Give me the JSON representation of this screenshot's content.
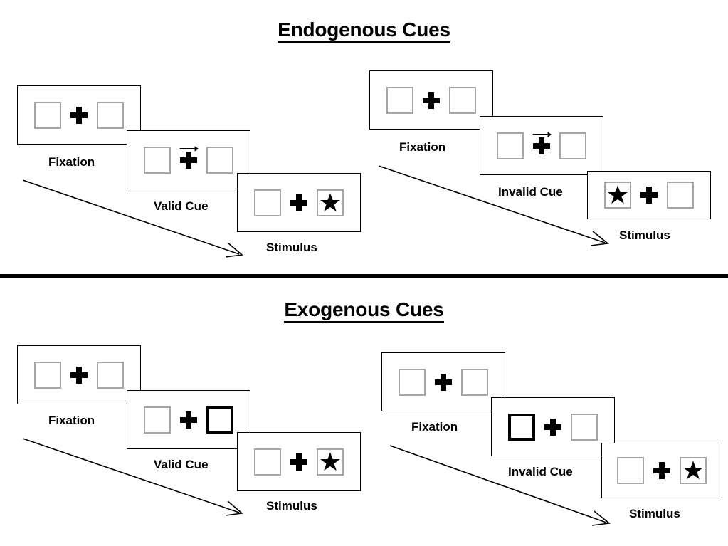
{
  "figure": {
    "title_endogenous": "Endogenous Cues",
    "title_exogenous": "Exogenous Cues",
    "divider": "section-divider"
  },
  "labels": {
    "fixation": "Fixation",
    "valid_cue": "Valid Cue",
    "invalid_cue": "Invalid Cue",
    "stimulus": "Stimulus"
  },
  "colors": {
    "placeholder_box_border": "#a6a6a6",
    "cued_box_border": "#000000",
    "frame_border": "#000000",
    "ink": "#000000",
    "background": "#ffffff"
  },
  "icons": {
    "fixation_cross": "plus-icon",
    "cue_arrow": "arrow-right-icon",
    "target": "star-icon",
    "sequence_arrow": "diagonal-arrow-icon"
  },
  "sections": [
    {
      "id": "endogenous",
      "title": "Endogenous Cues",
      "conditions": [
        {
          "id": "endogenous-valid",
          "label": "Valid Cue",
          "frames": [
            {
              "id": "endogenous-valid-fixation",
              "label": "Fixation",
              "left_box": "empty",
              "right_box": "empty",
              "cue": "none",
              "target_side": "none"
            },
            {
              "id": "endogenous-valid-cue",
              "label": "Valid Cue",
              "left_box": "empty",
              "right_box": "empty",
              "cue": "arrow-right",
              "target_side": "none"
            },
            {
              "id": "endogenous-valid-stimulus",
              "label": "Stimulus",
              "left_box": "empty",
              "right_box": "star",
              "cue": "none",
              "target_side": "right"
            }
          ]
        },
        {
          "id": "endogenous-invalid",
          "label": "Invalid Cue",
          "frames": [
            {
              "id": "endogenous-invalid-fixation",
              "label": "Fixation",
              "left_box": "empty",
              "right_box": "empty",
              "cue": "none",
              "target_side": "none"
            },
            {
              "id": "endogenous-invalid-cue",
              "label": "Invalid Cue",
              "left_box": "empty",
              "right_box": "empty",
              "cue": "arrow-right",
              "target_side": "none"
            },
            {
              "id": "endogenous-invalid-stimulus",
              "label": "Stimulus",
              "left_box": "star",
              "right_box": "empty",
              "cue": "none",
              "target_side": "left"
            }
          ]
        }
      ]
    },
    {
      "id": "exogenous",
      "title": "Exogenous Cues",
      "conditions": [
        {
          "id": "exogenous-valid",
          "label": "Valid Cue",
          "frames": [
            {
              "id": "exogenous-valid-fixation",
              "label": "Fixation",
              "left_box": "empty",
              "right_box": "empty",
              "cue": "none",
              "target_side": "none"
            },
            {
              "id": "exogenous-valid-cue",
              "label": "Valid Cue",
              "left_box": "empty",
              "right_box": "cued",
              "cue": "box-flash-right",
              "target_side": "none"
            },
            {
              "id": "exogenous-valid-stimulus",
              "label": "Stimulus",
              "left_box": "empty",
              "right_box": "star",
              "cue": "none",
              "target_side": "right"
            }
          ]
        },
        {
          "id": "exogenous-invalid",
          "label": "Invalid Cue",
          "frames": [
            {
              "id": "exogenous-invalid-fixation",
              "label": "Fixation",
              "left_box": "empty",
              "right_box": "empty",
              "cue": "none",
              "target_side": "none"
            },
            {
              "id": "exogenous-invalid-cue",
              "label": "Invalid Cue",
              "left_box": "cued",
              "right_box": "empty",
              "cue": "box-flash-left",
              "target_side": "none"
            },
            {
              "id": "exogenous-invalid-stimulus",
              "label": "Stimulus",
              "left_box": "empty",
              "right_box": "star",
              "cue": "none",
              "target_side": "right"
            }
          ]
        }
      ]
    }
  ]
}
